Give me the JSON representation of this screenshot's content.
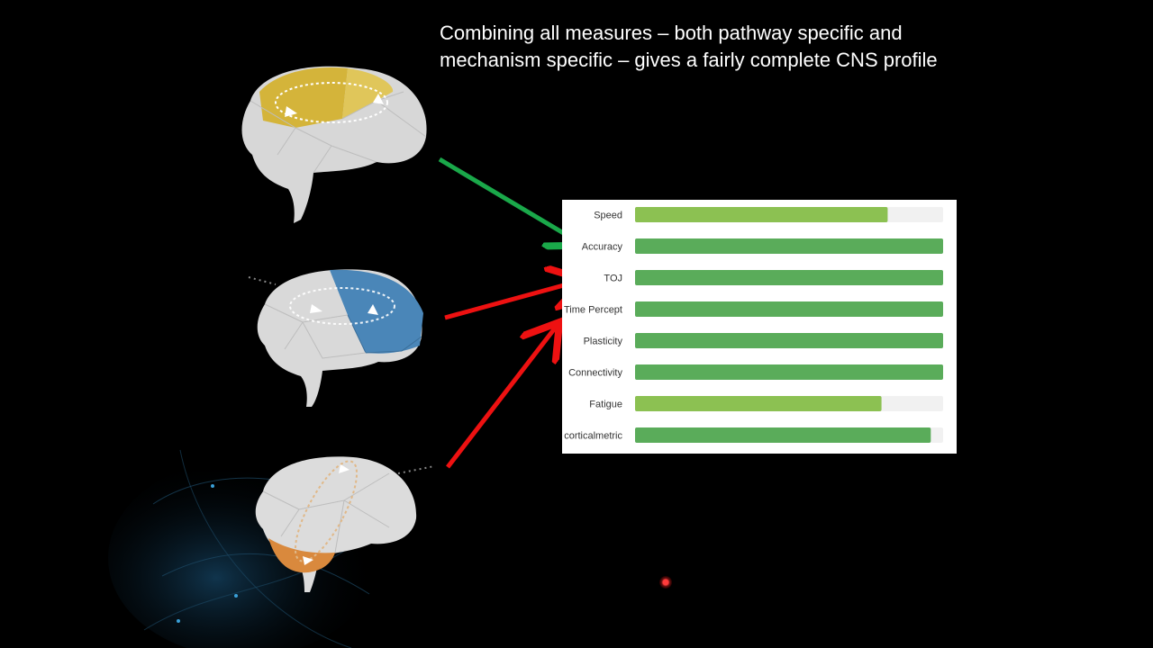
{
  "slide": {
    "title_line1": "Combining all measures – both pathway specific and",
    "title_line2": "mechanism specific – gives a fairly complete CNS profile"
  },
  "brains": [
    {
      "name": "brain-yellow",
      "highlight_color": "#d4b43a"
    },
    {
      "name": "brain-blue",
      "highlight_color": "#4a86b8"
    },
    {
      "name": "brain-orange",
      "highlight_color": "#d9893d"
    }
  ],
  "arrows": [
    {
      "from": "brain-yellow",
      "to": "Accuracy",
      "color": "#1aa84a"
    },
    {
      "from": "brain-blue",
      "to": "TOJ",
      "color": "#ee1111"
    },
    {
      "from": "brain-orange",
      "to": "Time Percept",
      "color": "#ee1111"
    }
  ],
  "chart_data": {
    "type": "bar",
    "orientation": "horizontal",
    "categories": [
      "Speed",
      "Accuracy",
      "TOJ",
      "Time Percept",
      "Plasticity",
      "Connectivity",
      "Fatigue",
      "corticalmetric"
    ],
    "values": [
      0.82,
      1.0,
      1.0,
      1.0,
      1.0,
      1.0,
      0.8,
      0.96
    ],
    "xlim": [
      0,
      1
    ],
    "colors": [
      "#8cc152",
      "#5aac5a",
      "#5aac5a",
      "#5aac5a",
      "#5aac5a",
      "#5aac5a",
      "#8cc152",
      "#5aac5a"
    ],
    "track_color": "#f1f1f1",
    "grid": false
  }
}
